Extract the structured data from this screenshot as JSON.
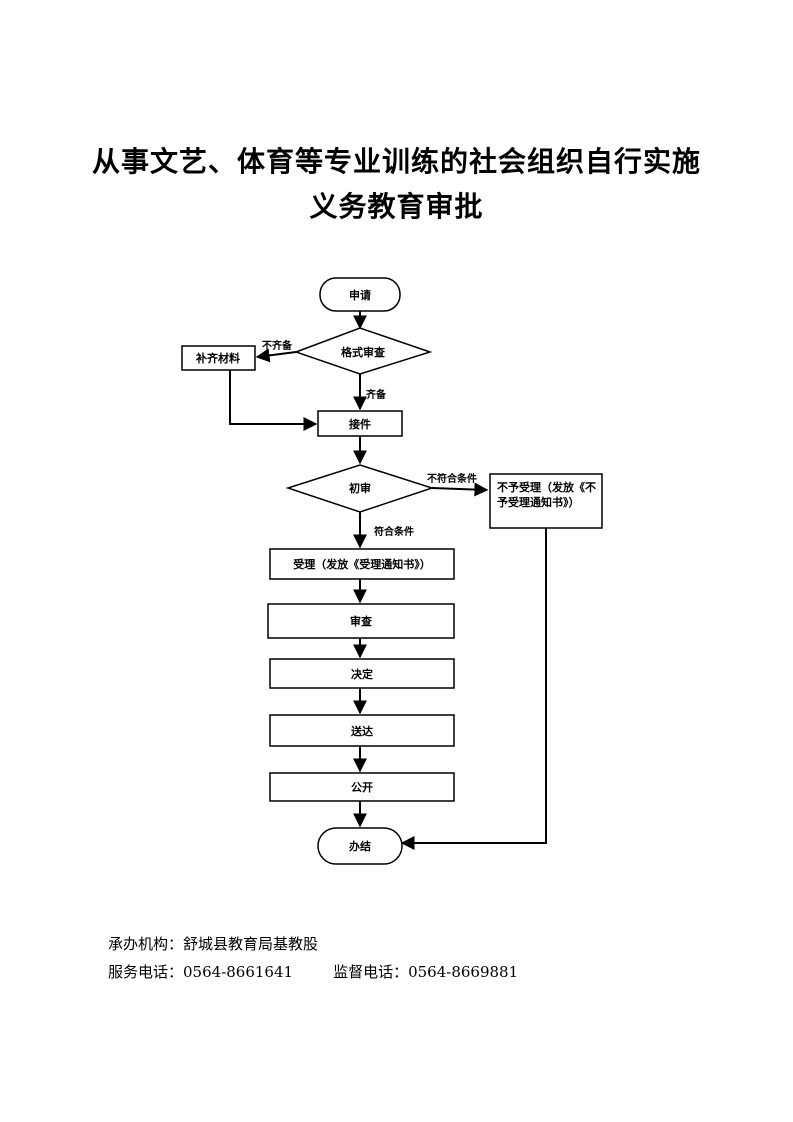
{
  "title": {
    "line1": "从事文艺、体育等专业训练的社会组织自行实施",
    "line2": "义务教育审批"
  },
  "flowchart": {
    "nodes": {
      "apply": "申请",
      "format_check": "格式审查",
      "supplement": "补齐材料",
      "receive": "接件",
      "initial_review": "初审",
      "reject_line1": "不予受理（发放《不",
      "reject_line2": "予受理通知书》）",
      "accept": "受理（发放《受理通知书》）",
      "review": "审查",
      "decision": "决定",
      "deliver": "送达",
      "publish": "公开",
      "complete": "办结"
    },
    "edge_labels": {
      "incomplete": "不齐备",
      "complete": "齐备",
      "not_qualified": "不符合条件",
      "qualified": "符合条件"
    }
  },
  "footer": {
    "org_label": "承办机构：",
    "org_value": "舒城县教育局基教股",
    "phone_label": "服务电话：",
    "phone_value": "0564-8661641",
    "supervise_label": "监督电话：",
    "supervise_value": "0564-8669881"
  }
}
